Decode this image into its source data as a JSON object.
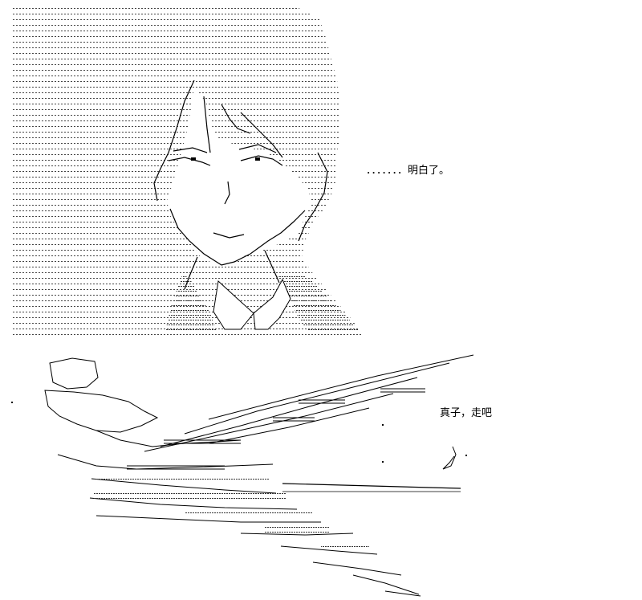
{
  "scene": {
    "background": "#ffffff",
    "ink": "#000000",
    "panels": [
      "portrait",
      "sword-slash"
    ]
  },
  "dialogue": {
    "line_1": "．．．．．．．明白了。",
    "line_2": "真子，走吧"
  }
}
